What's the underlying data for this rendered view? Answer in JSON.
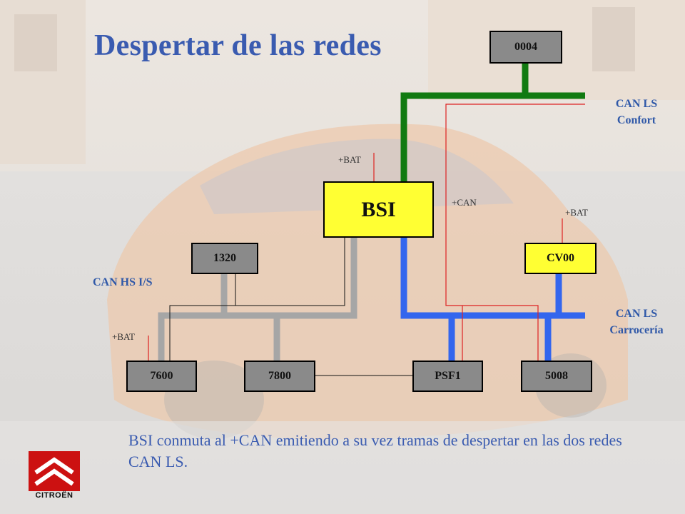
{
  "title": "Despertar de las redes",
  "caption": "BSI conmuta al +CAN emitiendo a su vez tramas de despertar en las dos redes CAN LS.",
  "brand": "CITROËN",
  "nodes": {
    "bsi": "BSI",
    "n0004": "0004",
    "n1320": "1320",
    "cv00": "CV00",
    "n7600": "7600",
    "n7800": "7800",
    "psf1": "PSF1",
    "n5008": "5008"
  },
  "networks": {
    "can_ls_confort_1": "CAN LS",
    "can_ls_confort_2": "Confort",
    "can_hs_is": "CAN HS I/S",
    "can_ls_carroceria_1": "CAN LS",
    "can_ls_carroceria_2": "Carrocería"
  },
  "signals": {
    "bat_bsi": "+BAT",
    "can": "+CAN",
    "bat_cv00": "+BAT",
    "bat_7600": "+BAT"
  },
  "colors": {
    "can_ls_confort": "#117a11",
    "can_ls_carroceria": "#3366ee",
    "can_hs_is": "#a6a6a6",
    "signal_wire": "#dd2222",
    "bsi_fill": "#ffff33",
    "ecu_fill": "#8a8a8a",
    "text_blue": "#3a5bb0"
  }
}
